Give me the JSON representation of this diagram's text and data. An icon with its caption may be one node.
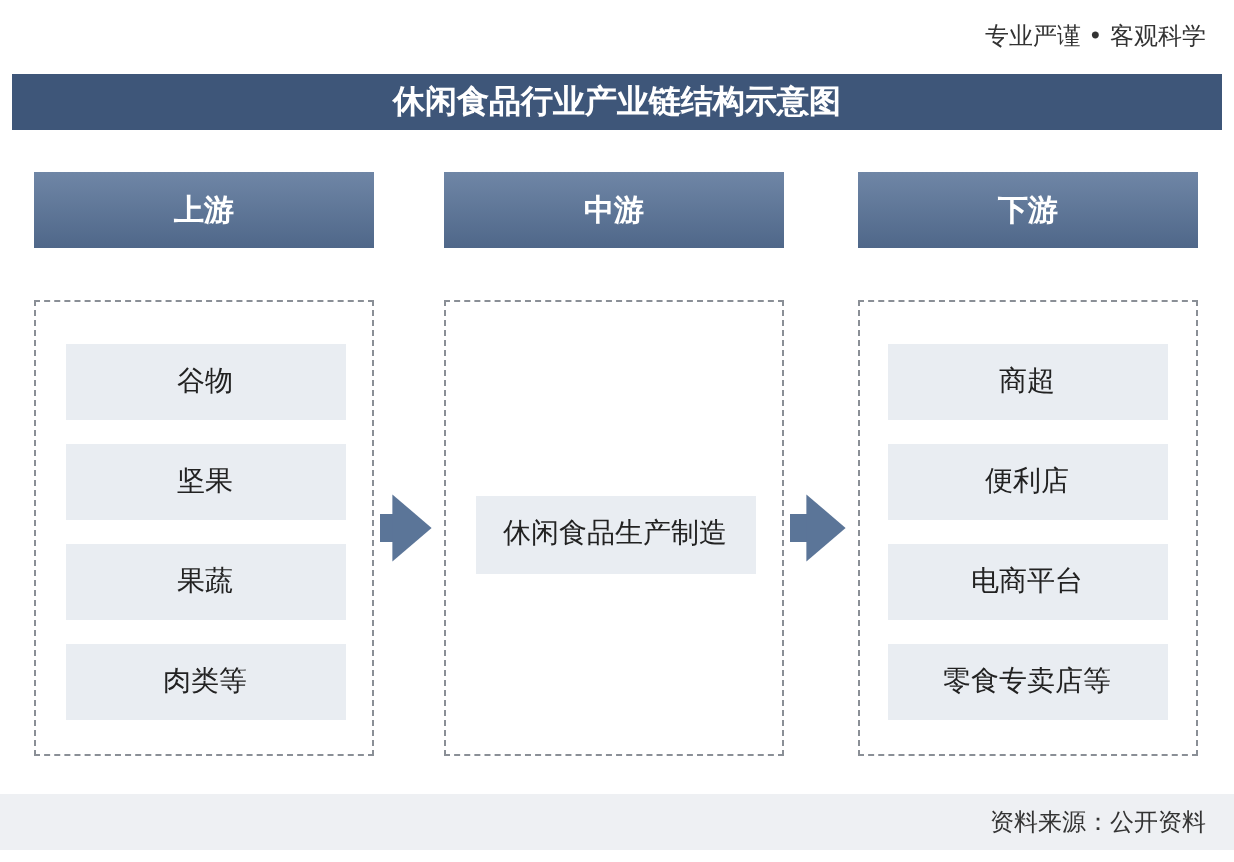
{
  "diagram": {
    "title": "休闲食品行业产业链结构示意图",
    "nodes": [
      {
        "text": [
          "上游"
        ]
      },
      {
        "text": [
          "中游"
        ]
      },
      {
        "text": [
          "下游"
        ]
      },
      {
        "text": [],
        "shape": "box"
      },
      {
        "text": [
          "谷物"
        ],
        "in": 3
      },
      {
        "text": [
          "坚果"
        ],
        "in": 3
      },
      {
        "text": [
          "果蔬"
        ],
        "in": 3
      },
      {
        "text": [
          "肉类等"
        ],
        "in": 3
      },
      {
        "text": [],
        "shape": "box"
      },
      {
        "text": [
          "休闲食品生产制造"
        ],
        "in": 8
      },
      {
        "text": [],
        "shape": "box"
      },
      {
        "text": [
          "商超"
        ],
        "in": 10
      },
      {
        "text": [
          "便利店"
        ],
        "in": 10
      },
      {
        "text": [
          "电商平台"
        ],
        "in": 10
      },
      {
        "text": [
          "零食专卖店等"
        ],
        "in": 10
      }
    ],
    "edges": [
      {
        "from": 3,
        "to": 8,
        "arrow": "to"
      },
      {
        "from": 8,
        "to": 10,
        "arrow": "to"
      }
    ],
    "labels": [
      "专业严谨 • 客观科学",
      "资料来源：公开资料"
    ]
  }
}
